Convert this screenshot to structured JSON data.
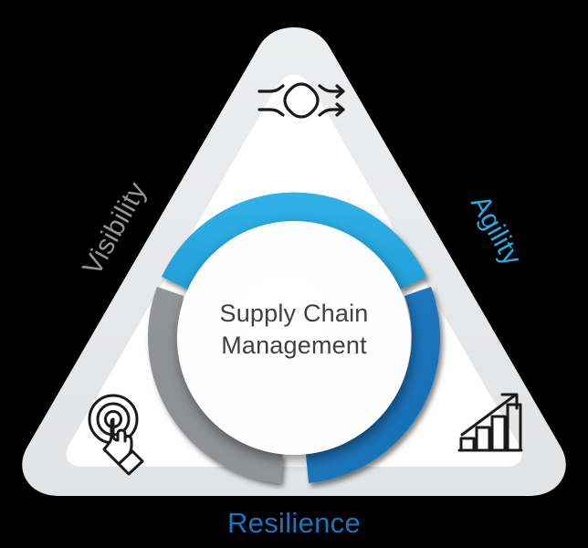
{
  "diagram": {
    "type": "triangle-ring-framework",
    "center": {
      "line1": "Supply Chain",
      "line2": "Management",
      "text_color": "#404040",
      "fill": "#FFFFFF"
    },
    "background_color": "#000000",
    "triangle": {
      "band_color": "#E6E7E8",
      "inner_color": "#FFFFFF",
      "shadow_color": "#55585B"
    },
    "segments": [
      {
        "id": "visibility",
        "label": "Visibility",
        "color": "#939598",
        "position": "left",
        "icon": "target-click-icon",
        "label_rotation": -60
      },
      {
        "id": "agility",
        "label": "Agility",
        "color": "#29ABE2",
        "position": "right",
        "icon": "growth-chart-icon",
        "label_rotation": 60
      },
      {
        "id": "resilience",
        "label": "Resilience",
        "color": "#1B75BB",
        "position": "bottom",
        "icon": "flow-routing-icon",
        "label_rotation": 0
      }
    ],
    "arcs": [
      {
        "id": "arc-top",
        "color": "#29ABE2",
        "name": "cyan-arc"
      },
      {
        "id": "arc-right",
        "color": "#1B75BB",
        "name": "blue-arc"
      },
      {
        "id": "arc-left",
        "color": "#939598",
        "name": "gray-arc"
      }
    ],
    "icons": [
      {
        "id": "icon-top",
        "name": "flow-routing-icon",
        "stroke": "#1A1A1A"
      },
      {
        "id": "icon-bottom-left",
        "name": "target-click-icon",
        "stroke": "#1A1A1A"
      },
      {
        "id": "icon-bottom-right",
        "name": "growth-chart-icon",
        "stroke": "#1A1A1A"
      }
    ]
  }
}
